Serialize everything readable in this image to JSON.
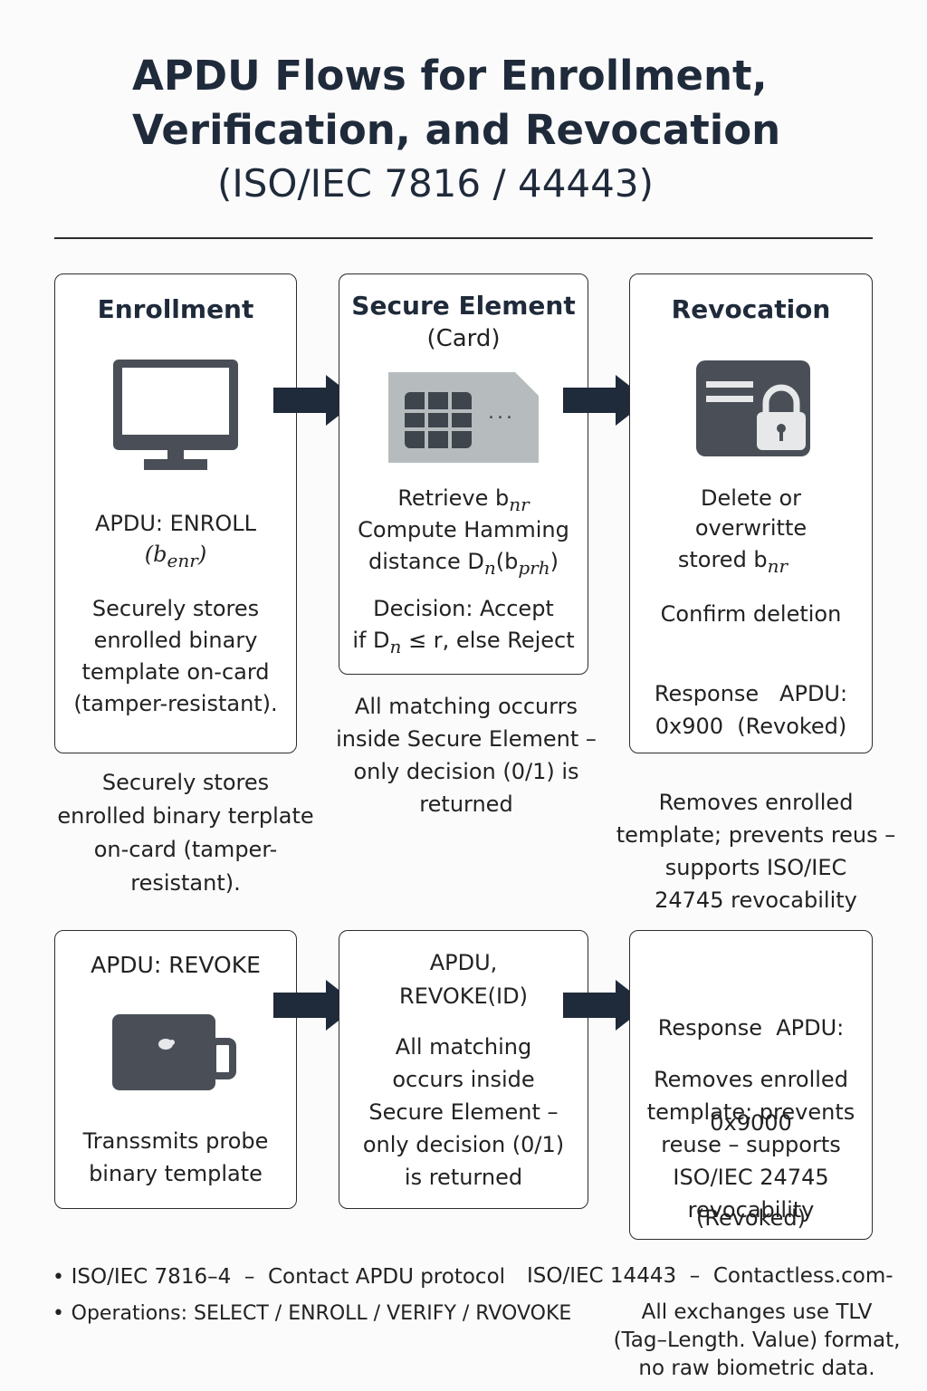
{
  "title_line1": "APDU Flows for Enrollment,",
  "title_line2": "Verification, and Revocation",
  "subtitle": "(ISO/IEC 7816 / 44443)",
  "top_row": {
    "enrollment": {
      "heading": "Enrollment",
      "icon": "monitor-icon",
      "apdu_line1": "APDU: ENROLL",
      "apdu_line2": "(b",
      "apdu_sub": "enr",
      "apdu_close": ")",
      "desc": [
        "Securely stores",
        "enrolled binary",
        "template on-card",
        "(tamper-resistant)."
      ]
    },
    "secure_element": {
      "heading": "Secure Element",
      "heading2": "(Card)",
      "icon": "sim-card-icon",
      "chip_dots": "...",
      "line1_pre": "Retrieve b",
      "line1_sub": "nr",
      "line2": "Compute Hamming",
      "line3_pre": "distance D",
      "line3_sub": "n",
      "line3_mid": "(b",
      "line3_sub2": "prh",
      "line3_close": ")",
      "decision1": "Decision: Accept",
      "decision2_pre": "if D",
      "decision2_sub": "n",
      "decision2_post": " ≤ r, else Reject"
    },
    "revocation": {
      "heading": "Revocation",
      "icon": "locked-card-icon",
      "line1": "Delete or",
      "line2": "overwritte",
      "line3_pre": "stored b",
      "line3_sub": "nr",
      "confirm": "Confirm deletion",
      "response1": "Response   APDU:",
      "response2": "0x900  (Revoked)"
    }
  },
  "captions": {
    "left": [
      "Securely stores",
      "enrolled binary terplate",
      "on-card (tamper-",
      "resistant)."
    ],
    "middle": [
      "All matching occurrs",
      "inside Secure Element –",
      "only decision (0/1) is",
      "returned"
    ],
    "right": [
      "Removes enrolled",
      "template; prevents reus –",
      "supports ISO/IEC",
      "24745 revocability"
    ]
  },
  "bottom_row": {
    "left": {
      "heading": "APDU: REVOKE",
      "icon": "terminal-device-icon",
      "desc": [
        "Transsmits probe",
        "binary template"
      ]
    },
    "middle": {
      "heading1": "APDU,",
      "heading2": "REVOKE(ID)",
      "desc": [
        "All matching",
        "occurs inside",
        "Secure Element –",
        "only decision (0/1)",
        "is returned"
      ]
    },
    "right": {
      "response": [
        "Response  APDU:",
        "0x9000",
        "(Revoked)"
      ],
      "desc": [
        "Removes enrolled",
        "template; prevents",
        "reuse – supports",
        "ISO/IEC 24745",
        "revocability"
      ]
    }
  },
  "footer": {
    "b1": "ISO/IEC 7816–4  –  Contact APDU protocol",
    "b1_right": "ISO/IEC 14443  –  Contactless.com-",
    "b2": "Operations: SELECT / ENROLL / VERIFY / RVOVOKE",
    "b2_right": [
      "All exchanges use TLV",
      "(Tag–Length. Value) format,",
      "no raw biometric data."
    ]
  },
  "colors": {
    "arrow": "#1f2a3a",
    "icon_dark": "#4a4f57",
    "sim": "#b6bcbe",
    "chip": "#3f454d"
  }
}
